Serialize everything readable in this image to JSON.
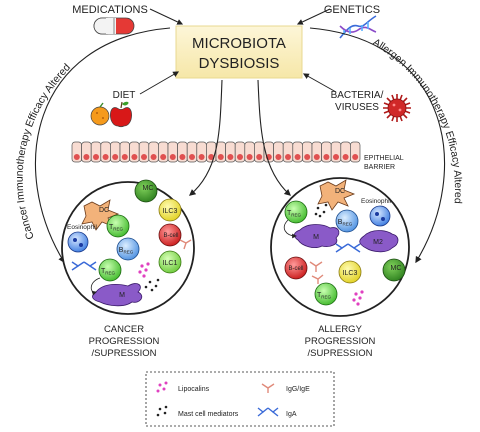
{
  "factors": {
    "medications": "MEDICATIONS",
    "genetics": "GENETICS",
    "diet": "DIET",
    "bacteria_line1": "BACTERIA/",
    "bacteria_line2": "VIRUSES"
  },
  "center": {
    "line1": "MICROBIOTA",
    "line2": "DYSBIOSIS"
  },
  "side_labels": {
    "left": "Cancer Immunotherapy Efficacy Altered",
    "right": "Allergen Immunotherapy Efficacy Altered"
  },
  "barrier": {
    "line1": "EPITHELIAL",
    "line2": "BARRIER"
  },
  "cells": {
    "mc": "MC",
    "dc": "DC",
    "ilc3": "ILC3",
    "ilc1": "ILC1",
    "treg_main": "T",
    "treg_sub": "REG",
    "breg_main": "B",
    "breg_sub": "REG",
    "bcell": "B-cell",
    "eosinophil": "Eosinophil",
    "m": "M",
    "m2": "M2"
  },
  "outcomes": {
    "cancer_line1": "CANCER",
    "cancer_line2": "PROGRESSION",
    "cancer_line3": "/SUPRESSION",
    "allergy_line1": "ALLERGY",
    "allergy_line2": "PROGRESSION",
    "allergy_line3": "/SUPRESSION"
  },
  "legend": {
    "lipocalins": "Lipocalins",
    "mast_mediators": "Mast cell mediators",
    "igg_ige": "IgG/IgE",
    "iga": "IgA"
  },
  "colors": {
    "center_box": "#fbf1c8",
    "capsule_red": "#e53935",
    "mc_green": "#3e9a2a",
    "dc_orange": "#f2b27a",
    "ilc3_yellow": "#f2ea4a",
    "ilc1_green": "#7ad64a",
    "treg_green": "#5fcf3a",
    "breg_blue": "#5aa0e6",
    "bcell_red": "#e02020",
    "eosinophil_blue": "#3b7fe0",
    "macrophage_purple": "#8a5ac8",
    "lipocalin_pink": "#e040c0",
    "igg_salmon": "#e08a7a",
    "iga_blue": "#3a6ad8"
  }
}
